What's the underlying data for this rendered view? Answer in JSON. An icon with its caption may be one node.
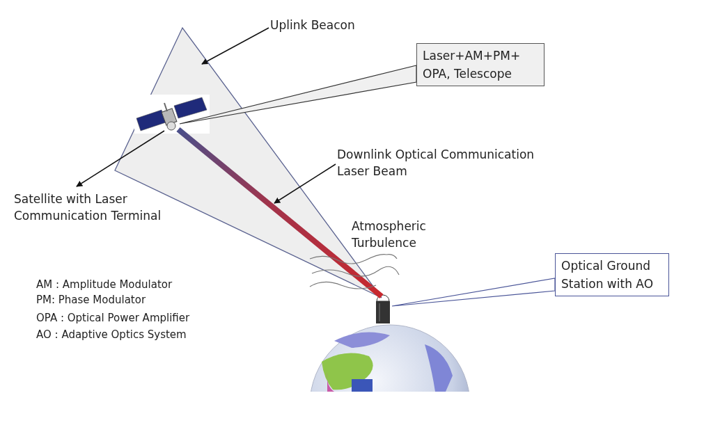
{
  "diagram": {
    "nodes": [
      {
        "text": [
          "Uplink Beacon"
        ]
      },
      {
        "text": [],
        "shape": "triangle"
      },
      {
        "text": [
          "Laser+AM+PM+ OPA, Telescope"
        ]
      },
      {
        "text": [],
        "shape": "picture",
        "in": 1
      },
      {
        "text": [
          "Satellite with Laser Communication Terminal"
        ]
      },
      {
        "text": [
          "Downlink Optical Communication Laser Beam"
        ]
      },
      {
        "text": [],
        "shape": "bar",
        "in": 1
      },
      {
        "text": [
          "Optical Ground Station with AO"
        ]
      },
      {
        "text": [],
        "shape": "picture"
      }
    ],
    "edges": [
      {
        "from": 0,
        "to": 1,
        "arrow": "to"
      },
      {
        "from": 2,
        "to": 3,
        "arrow": "none"
      },
      {
        "from": 3,
        "to": 4,
        "arrow": "to"
      },
      {
        "from": 5,
        "to": 6,
        "arrow": "to"
      },
      {
        "from": 7,
        "to": 8,
        "arrow": "none"
      }
    ],
    "labels": [
      "Atmospheric Turbulence",
      "AM : Amplitude Modulator",
      "PM: Phase Modulator",
      "OPA : Optical Power Amplifier",
      "AO : Adaptive Optics System"
    ]
  }
}
